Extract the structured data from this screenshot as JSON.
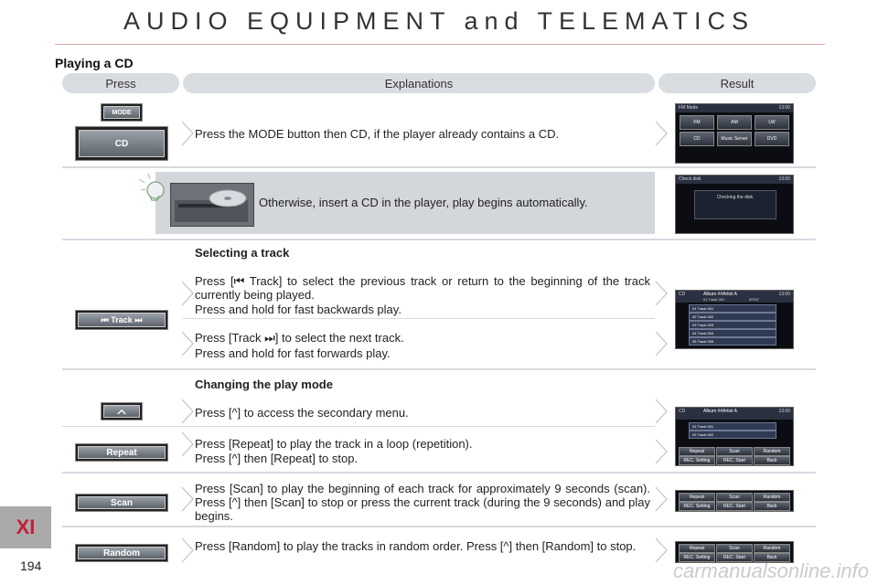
{
  "header": {
    "title": "AUDIO EQUIPMENT and TELEMATICS",
    "section": "Playing a CD"
  },
  "columns": {
    "press": "Press",
    "explanations": "Explanations",
    "result": "Result"
  },
  "rows": {
    "mode": {
      "btn_mode": "MODE",
      "btn_cd": "CD",
      "text": "Press the MODE button then CD, if the player already contains a CD.",
      "screen": {
        "title": "FM Mode",
        "time": "13:00",
        "buttons": [
          "FM",
          "AM",
          "LW",
          "CD",
          "Music Server",
          "DVD"
        ]
      }
    },
    "insert": {
      "text": "Otherwise, insert a CD in the player, play begins automatically.",
      "screen": {
        "title": "Check disk",
        "time": "13:00",
        "message": "Checking the disk."
      }
    },
    "track": {
      "subhead": "Selecting a track",
      "button": "⏮ Track ⏭",
      "prev_line1": "Press [⏮ Track] to select the previous track or return to the beginning of the track currently being played.",
      "prev_line2": "Press and hold for fast backwards play.",
      "next_line1": "Press [Track ⏭] to select the next track.",
      "next_line2": "Press and hold for fast forwards play.",
      "screen": {
        "src": "CD",
        "album": "Album ##Artist A",
        "track": "01 Track 001",
        "elapsed": "00'53\"",
        "time": "13:00",
        "list": [
          "01 Track 001",
          "02 Track 002",
          "03 Track 003",
          "04 Track 004",
          "05 Track 005"
        ]
      }
    },
    "playmode": {
      "subhead": "Changing the play mode",
      "caret_text": "Press [^] to access the secondary menu.",
      "repeat_button": "Repeat",
      "repeat_line1": "Press [Repeat] to play the track in a loop (repetition).",
      "repeat_line2": "Press [^] then [Repeat] to stop.",
      "scan_button": "Scan",
      "scan_text": "Press [Scan] to play the beginning of each track for approximately 9 seconds (scan). Press [^] then [Scan] to stop or press the current track (during the 9 seconds) and play begins.",
      "random_button": "Random",
      "random_text": "Press [Random] to play the tracks in random order. Press [^] then [Random] to stop.",
      "menu_buttons": [
        "Repeat",
        "Scan",
        "Random",
        "REC. Setting",
        "REC. Start",
        "Back"
      ]
    }
  },
  "footer": {
    "tab": "XI",
    "page": "194",
    "watermark": "carmanualsonline.info"
  },
  "colors": {
    "tab_letters": "#c0203a",
    "header_pill": "#d9dce1",
    "highlight_row": "#d3d6da"
  }
}
